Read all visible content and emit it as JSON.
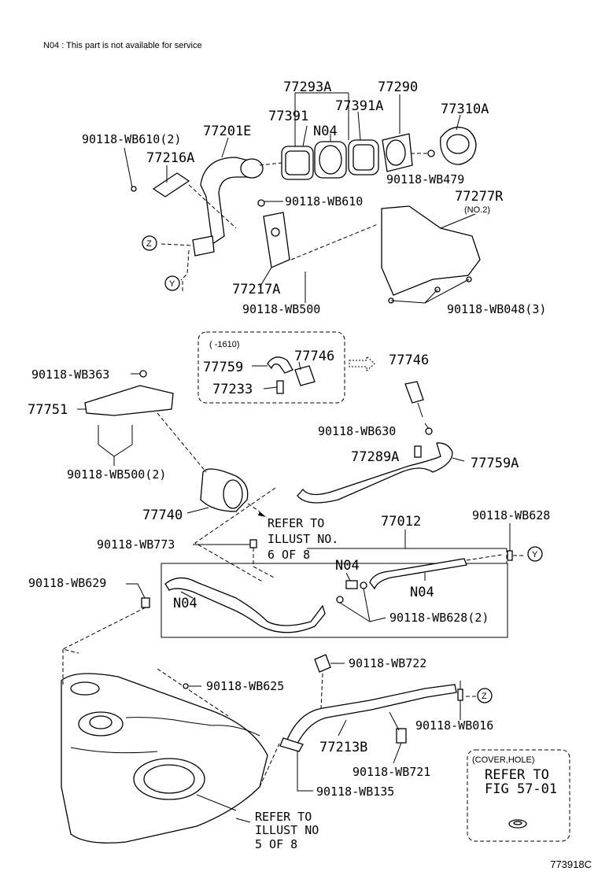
{
  "note": "N04 : This part is not available for service",
  "figure_id": "773918C",
  "labels": {
    "p77293A": "77293A",
    "p77290": "77290",
    "p77391": "77391",
    "p77391A": "77391A",
    "p77310A": "77310A",
    "pN04_top": "N04",
    "p90118WB610_2": "90118-WB610(2)",
    "p77201E": "77201E",
    "p77216A": "77216A",
    "p90118WB479": "90118-WB479",
    "p90118WB610": "90118-WB610",
    "p77277R": "77277R",
    "p77277R_sub": "(NO.2)",
    "p77217A": "77217A",
    "p90118WB500": "90118-WB500",
    "p90118WB048_3": "90118-WB048(3)",
    "p1610": "(      -1610)",
    "p77759": "77759",
    "p77746_in": "77746",
    "p77233": "77233",
    "p77746": "77746",
    "p90118WB363": "90118-WB363",
    "p77751": "77751",
    "p90118WB630": "90118-WB630",
    "p77289A": "77289A",
    "p77759A": "77759A",
    "p90118WB500_2": "90118-WB500(2)",
    "p77740": "77740",
    "refer6_1": "REFER TO",
    "refer6_2": "ILLUST NO.",
    "refer6_3": "6 OF 8",
    "p77012": "77012",
    "p90118WB628": "90118-WB628",
    "p90118WB773": "90118-WB773",
    "pN04_a": "N04",
    "p90118WB629": "90118-WB629",
    "pN04_b": "N04",
    "pN04_c": "N04",
    "p90118WB628_2": "90118-WB628(2)",
    "p90118WB722": "90118-WB722",
    "p90118WB625": "90118-WB625",
    "p90118WB016": "90118-WB016",
    "p77213B": "77213B",
    "p90118WB721": "90118-WB721",
    "p90118WB135": "90118-WB135",
    "refer5_1": "REFER TO",
    "refer5_2": "ILLUST NO",
    "refer5_3": "5 OF 8",
    "cover": "(COVER,HOLE)",
    "fig1": "REFER TO",
    "fig2": "FIG 57-01",
    "markerZ": "Z",
    "markerY": "Y"
  }
}
